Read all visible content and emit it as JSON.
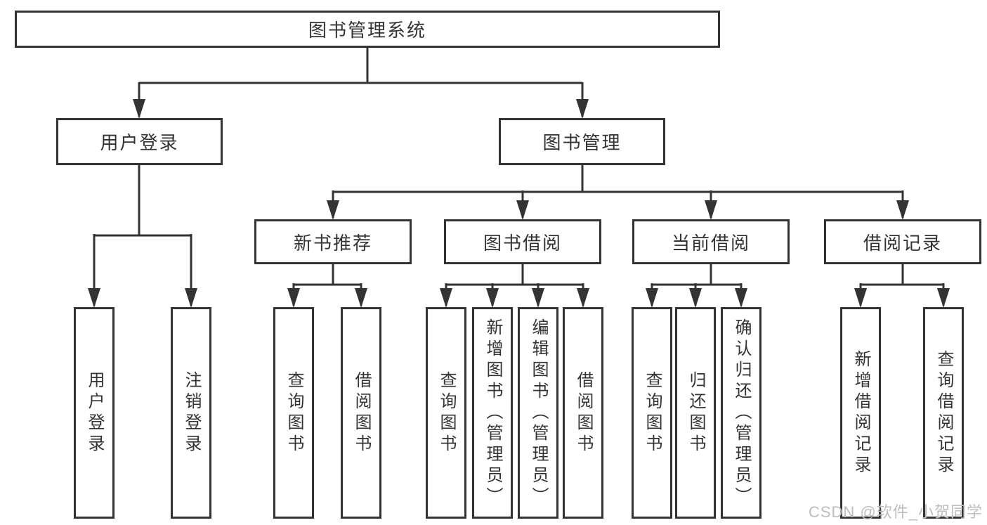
{
  "colors": {
    "line": "#333333",
    "box_border": "#333333",
    "text": "#333333",
    "watermark": "#bdbdbd",
    "background": "#ffffff"
  },
  "tree": {
    "root": {
      "label": "图书管理系统",
      "children": [
        {
          "label": "用户登录",
          "children": [
            {
              "label": "用户登录"
            },
            {
              "label": "注销登录"
            }
          ]
        },
        {
          "label": "图书管理",
          "children": [
            {
              "label": "新书推荐",
              "children": [
                {
                  "label": "查询图书"
                },
                {
                  "label": "借阅图书"
                }
              ]
            },
            {
              "label": "图书借阅",
              "children": [
                {
                  "label": "查询图书"
                },
                {
                  "label": "新增图书（管理员）"
                },
                {
                  "label": "编辑图书（管理员）"
                },
                {
                  "label": "借阅图书"
                }
              ]
            },
            {
              "label": "当前借阅",
              "children": [
                {
                  "label": "查询图书"
                },
                {
                  "label": "归还图书"
                },
                {
                  "label": "确认归还（管理员）"
                }
              ]
            },
            {
              "label": "借阅记录",
              "children": [
                {
                  "label": "新增借阅记录"
                },
                {
                  "label": "查询借阅记录"
                }
              ]
            }
          ]
        }
      ]
    }
  },
  "watermark": {
    "text": "CSDN @软件_小贺同学"
  }
}
